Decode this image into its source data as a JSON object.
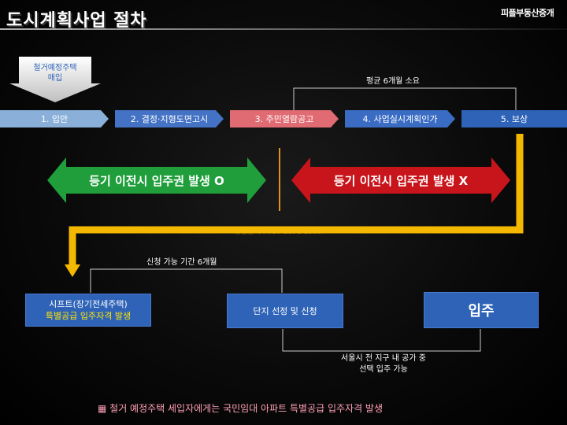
{
  "header": {
    "title": "도시계획사업 절차",
    "brand": "피플부동산중개"
  },
  "pre_note": "철거예정주택\n매입",
  "steps": [
    {
      "label": "1. 입안",
      "color": "#8ab0da"
    },
    {
      "label": "2. 결정·지형도면고시",
      "color": "#4472c4"
    },
    {
      "label": "3. 주민열람공고",
      "color": "#e06b72"
    },
    {
      "label": "4. 사업실시계획인가",
      "color": "#3a6cc4"
    },
    {
      "label": "5. 보상",
      "color": "#2e63b8"
    }
  ],
  "duration_note": "평균 6개월 소요",
  "arrows": {
    "green": {
      "label": "등기 이전시 입주권 발생 O",
      "color": "#1f9e3b"
    },
    "red": {
      "label": "등기 이전시 입주권 발생 X",
      "color": "#c8141b"
    }
  },
  "watermark": "상담문의 : 010-2191-2535",
  "apply_note": "신청 가능 기간 6개월",
  "boxes": {
    "shift_line1": "시프트(장기전세주택)",
    "shift_line2": "특별공급 입주자격 발생",
    "select": "단지 선정 및 신청",
    "move_in": "입주"
  },
  "seoul_note_line1": "서울시 전 지구 내 공가 중",
  "seoul_note_line2": "선택 입주 가능",
  "footer": "▦ 철거 예정주택 세입자에게는 국민임대 아파트 특별공급 입주자격 발생",
  "colors": {
    "accent_yellow": "#f5b800",
    "link_line": "#cccccc"
  }
}
